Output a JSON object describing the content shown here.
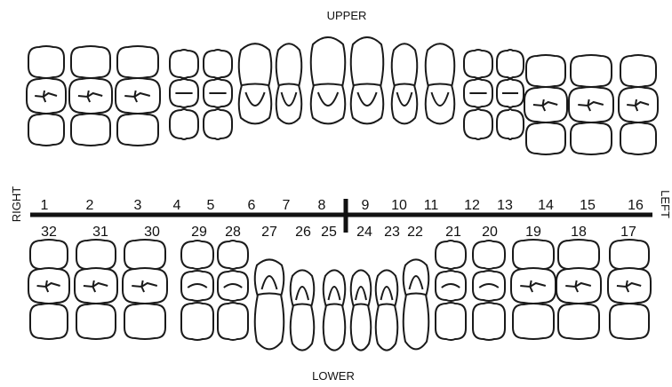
{
  "diagram": {
    "labels": {
      "upper": "UPPER",
      "lower": "LOWER",
      "right": "RIGHT",
      "left": "LEFT"
    },
    "upper_numbers": [
      "1",
      "2",
      "3",
      "4",
      "5",
      "6",
      "7",
      "8",
      "9",
      "10",
      "11",
      "12",
      "13",
      "14",
      "15",
      "16"
    ],
    "lower_numbers": [
      "32",
      "31",
      "30",
      "29",
      "28",
      "27",
      "26",
      "25",
      "24",
      "23",
      "22",
      "21",
      "20",
      "19",
      "18",
      "17"
    ],
    "colors": {
      "ink": "#111111",
      "background": "#ffffff"
    }
  }
}
